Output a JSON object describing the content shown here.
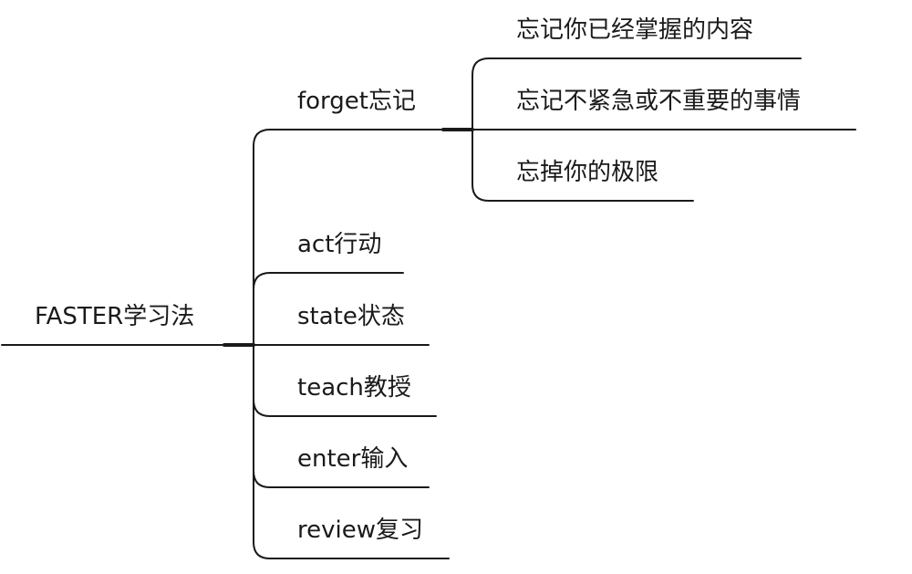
{
  "root": {
    "label": "FASTER学习法"
  },
  "branches": [
    {
      "label": "forget忘记"
    },
    {
      "label": "act行动"
    },
    {
      "label": "state状态"
    },
    {
      "label": "teach教授"
    },
    {
      "label": "enter输入"
    },
    {
      "label": "review复习"
    }
  ],
  "forget_children": [
    {
      "label": "忘记你已经掌握的内容"
    },
    {
      "label": "忘记不紧急或不重要的事情"
    },
    {
      "label": "忘掉你的极限"
    }
  ]
}
